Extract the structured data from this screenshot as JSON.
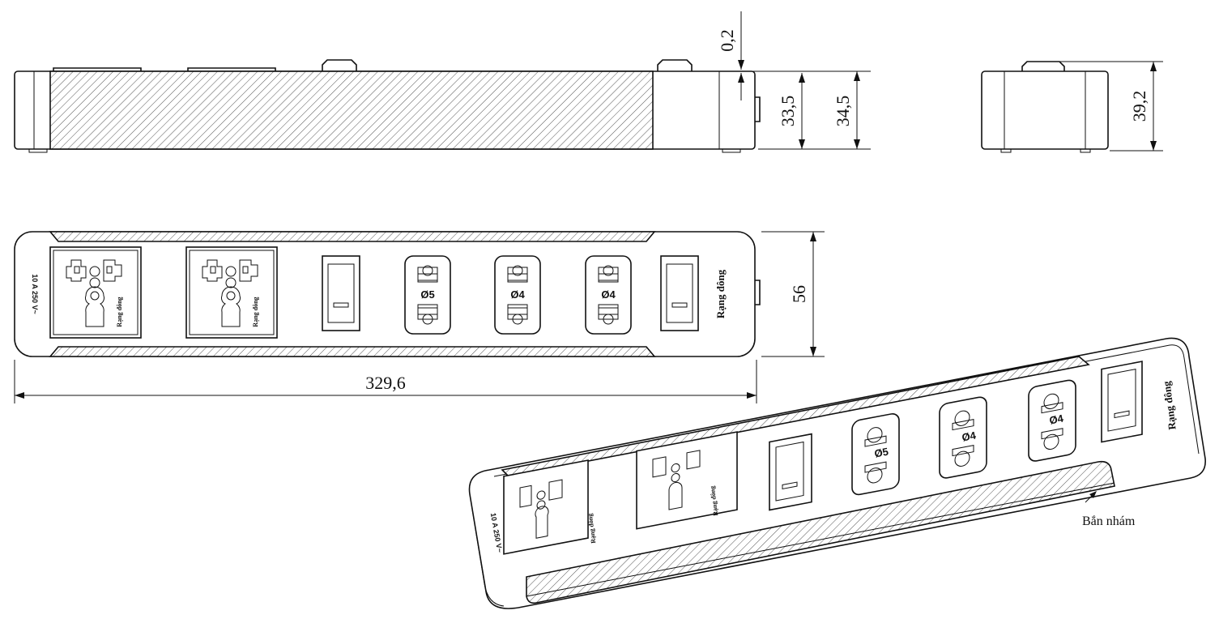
{
  "dimensions": {
    "top_gap": "0,2",
    "body_height": "33,5",
    "total_height": "34,5",
    "side_height": "39,2",
    "plan_width": "56",
    "overall_length": "329,6"
  },
  "labels": {
    "rating": "10 A 250 V~",
    "brand": "Rạng đông",
    "hole_5": "Ø5",
    "hole_4a": "Ø4",
    "hole_4b": "Ø4",
    "surface_note": "Bắn nhám"
  }
}
